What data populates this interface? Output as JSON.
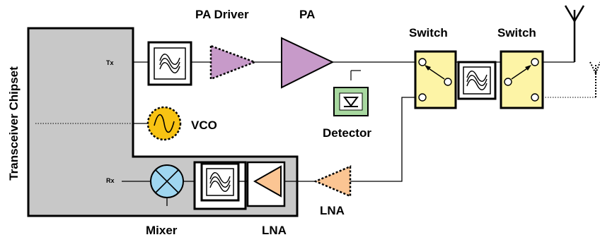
{
  "diagram": {
    "chipset_label": "Transceiver Chipset",
    "tx_port": "Tx",
    "rx_port": "Rx",
    "labels": {
      "pa_driver": "PA Driver",
      "pa": "PA",
      "switch_1": "Switch",
      "switch_2": "Switch",
      "vco": "VCO",
      "detector": "Detector",
      "lna_external": "LNA",
      "mixer": "Mixer",
      "lna_internal": "LNA"
    },
    "colors": {
      "chipset_fill": "#c8c8c8",
      "pa_fill": "#c79ac9",
      "switch_fill": "#fdf4a6",
      "vco_fill": "#f8c313",
      "detector_fill": "#a8d8a0",
      "mixer_fill": "#9fd6f0",
      "lna_fill": "#fbc593"
    },
    "icons": {
      "filter": "sine-wave-filter-icon",
      "antenna": "antenna-icon",
      "mixer": "mixer-cross-icon",
      "detector": "diode-icon",
      "vco": "sine-oscillator-icon"
    }
  }
}
